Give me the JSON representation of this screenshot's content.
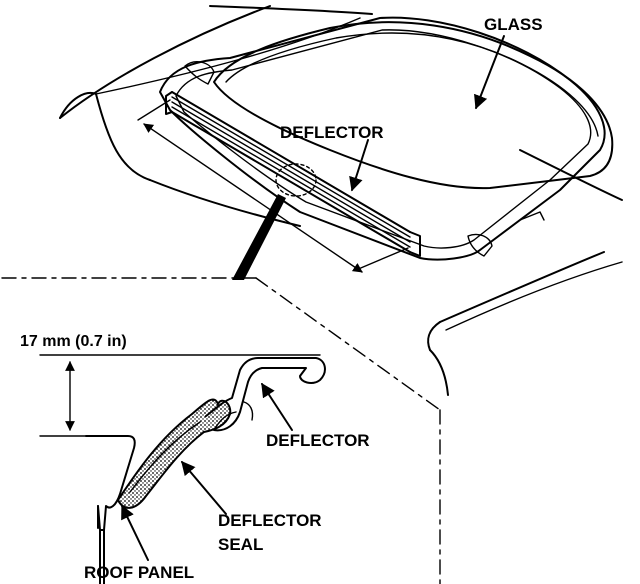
{
  "labels": {
    "glass": "GLASS",
    "deflector_top": "DEFLECTOR",
    "dimension": "17 mm (0.7 in)",
    "deflector_detail": "DEFLECTOR",
    "deflector_seal_line1": "DEFLECTOR",
    "deflector_seal_line2": "SEAL",
    "roof_panel": "ROOF PANEL"
  },
  "colors": {
    "ink": "#000000",
    "paper": "#ffffff"
  }
}
